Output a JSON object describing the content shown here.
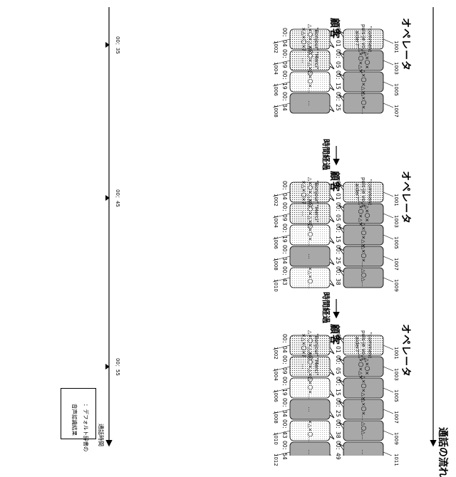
{
  "labels": {
    "operator": "オペレータ",
    "customer": "顧客",
    "call_flow": "通話の流れ",
    "call_time": "通話時間",
    "elapsed": "時間経過"
  },
  "ticks": [
    "00：35",
    "00：45",
    "00：55"
  ],
  "legend": {
    "default_dict": "：デフォルト辞書の",
    "default_dict2": "音声認識結果"
  },
  "colors": {
    "line": "#000000",
    "dot_fill": "#e6e6e6"
  },
  "panels": [
    {
      "operator_rows": [
        {
          "ref": "1001",
          "time": "00：01",
          "text": "\"comment\npuis-je vous\naider?\"",
          "style": "plain"
        },
        {
          "ref": "1003",
          "time": "00：05",
          "text": "△×〇×\n△×〇×△×",
          "style": "dots"
        },
        {
          "ref": "1005",
          "time": "00：15",
          "text": "△×〇×△×",
          "style": "dots"
        },
        {
          "ref": "1007",
          "time": "00：25",
          "text": "△×〇×…",
          "style": "dots"
        }
      ],
      "customer_rows": [
        {
          "ref": "1002",
          "time": "00：04",
          "text": "\"Bonjour\"\n△×〇×△×〇\n×△×〇×?",
          "style": "plain"
        },
        {
          "ref": "1004",
          "time": "00：09",
          "text": "\"Merci\"\n△×〇×△×〇\n…",
          "style": "plain"
        },
        {
          "ref": "1006",
          "time": "00：19",
          "text": "△×〇×…",
          "style": "light"
        },
        {
          "ref": "1008",
          "time": "00：34",
          "text": "…",
          "style": "dots"
        }
      ]
    },
    {
      "operator_rows": [
        {
          "ref": "1001",
          "time": "00：01",
          "text": "\"comment\npuis-je vous\naider?\"",
          "style": "plain"
        },
        {
          "ref": "1003",
          "time": "00：05",
          "text": "△×〇×\n△×〇×△×",
          "style": "dots"
        },
        {
          "ref": "1005",
          "time": "00：15",
          "text": "△×〇×△×",
          "style": "dots"
        },
        {
          "ref": "1007",
          "time": "00：25",
          "text": "△×〇×…",
          "style": "dots"
        },
        {
          "ref": "1009",
          "time": "00：38",
          "text": "△〇△…",
          "style": "dots"
        }
      ],
      "customer_rows": [
        {
          "ref": "1002",
          "time": "00：04",
          "text": "\"Bonjour\"\n△×〇×△×〇\n×△×〇×?",
          "style": "plain"
        },
        {
          "ref": "1004",
          "time": "00：09",
          "text": "\"Merci\"\n△×〇×△×〇\n…",
          "style": "plain"
        },
        {
          "ref": "1006",
          "time": "00：19",
          "text": "△×〇×…",
          "style": "light"
        },
        {
          "ref": "1008",
          "time": "00：34",
          "text": "…",
          "style": "dots"
        },
        {
          "ref": "1010",
          "time": "00：43",
          "text": "×△×〇…",
          "style": "light"
        }
      ]
    },
    {
      "operator_rows": [
        {
          "ref": "1001",
          "time": "00：01",
          "text": "\"comment\npuis-je vous\naider?\"",
          "style": "plain"
        },
        {
          "ref": "1003",
          "time": "00：05",
          "text": "△×〇×\n△×〇×△×",
          "style": "dots"
        },
        {
          "ref": "1005",
          "time": "00：15",
          "text": "△×〇×△×",
          "style": "dots"
        },
        {
          "ref": "1007",
          "time": "00：25",
          "text": "△×〇×…",
          "style": "dots"
        },
        {
          "ref": "1009",
          "time": "00：38",
          "text": "△〇△…",
          "style": "dots"
        },
        {
          "ref": "1011",
          "time": "00：49",
          "text": "…",
          "style": "dots"
        }
      ],
      "customer_rows": [
        {
          "ref": "1002",
          "time": "00：04",
          "text": "\"Bonjour\"\n△×〇×△×〇\n×△×〇×?",
          "style": "plain"
        },
        {
          "ref": "1004",
          "time": "00：09",
          "text": "\"Merci\"\n△×〇×△×〇\n…",
          "style": "plain"
        },
        {
          "ref": "1006",
          "time": "00：19",
          "text": "△×〇×…",
          "style": "light"
        },
        {
          "ref": "1008",
          "time": "00：34",
          "text": "…",
          "style": "dots"
        },
        {
          "ref": "1010",
          "time": "00：43",
          "text": "×△×〇…",
          "style": "light"
        },
        {
          "ref": "1012",
          "time": "00：54",
          "text": "…",
          "style": "dots"
        }
      ]
    }
  ]
}
